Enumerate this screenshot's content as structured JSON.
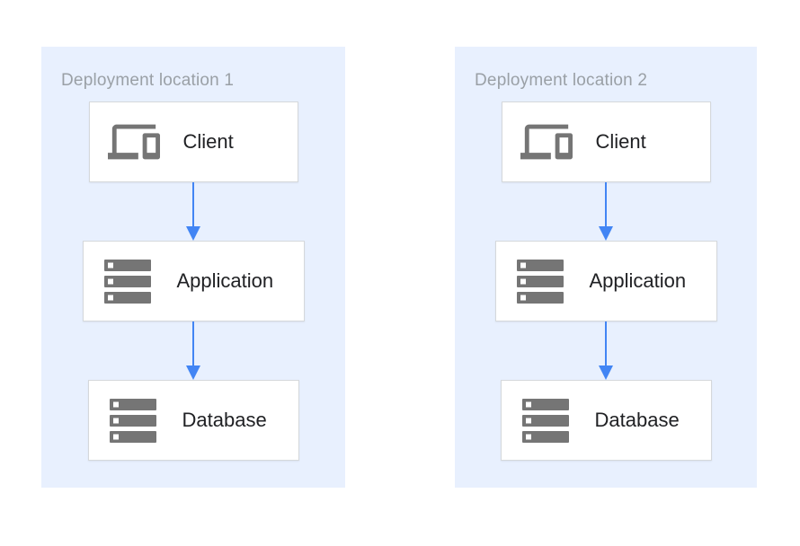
{
  "diagram": {
    "panels": [
      {
        "title": "Deployment location 1",
        "nodes": [
          {
            "label": "Client",
            "icon": "devices-icon"
          },
          {
            "label": "Application",
            "icon": "server-stack-icon"
          },
          {
            "label": "Database",
            "icon": "server-stack-icon"
          }
        ]
      },
      {
        "title": "Deployment location 2",
        "nodes": [
          {
            "label": "Client",
            "icon": "devices-icon"
          },
          {
            "label": "Application",
            "icon": "server-stack-icon"
          },
          {
            "label": "Database",
            "icon": "server-stack-icon"
          }
        ]
      }
    ],
    "connections": [
      {
        "from": "Client",
        "to": "Application"
      },
      {
        "from": "Application",
        "to": "Database"
      }
    ],
    "colors": {
      "panel_background": "#e8f0fe",
      "node_background": "#ffffff",
      "node_border": "#d5d8db",
      "icon_gray": "#757575",
      "arrow_blue": "#4285f4",
      "title_gray": "#9aa0a6",
      "label_text": "#202124"
    }
  }
}
